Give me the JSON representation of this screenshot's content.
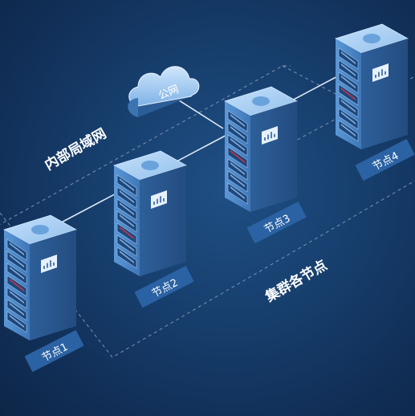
{
  "cloud": {
    "label": "公网",
    "icon": "cloud-icon"
  },
  "zones": {
    "lan_label": "内部局域网",
    "cluster_label": "集群各节点"
  },
  "nodes": [
    {
      "label": "节点1",
      "icon": "server-rack-icon"
    },
    {
      "label": "节点2",
      "icon": "server-rack-icon"
    },
    {
      "label": "节点3",
      "icon": "server-rack-icon"
    },
    {
      "label": "节点4",
      "icon": "server-rack-icon"
    }
  ],
  "colors": {
    "background": "#173f6e",
    "server_front": "#4a86c6",
    "server_side": "#2f5f98",
    "server_top": "#a9d0f3",
    "link": "#dfe9f5",
    "dashed_border": "#7d93ad",
    "label_tag": "#2b62a3",
    "alert_slot": "#c2354d"
  }
}
